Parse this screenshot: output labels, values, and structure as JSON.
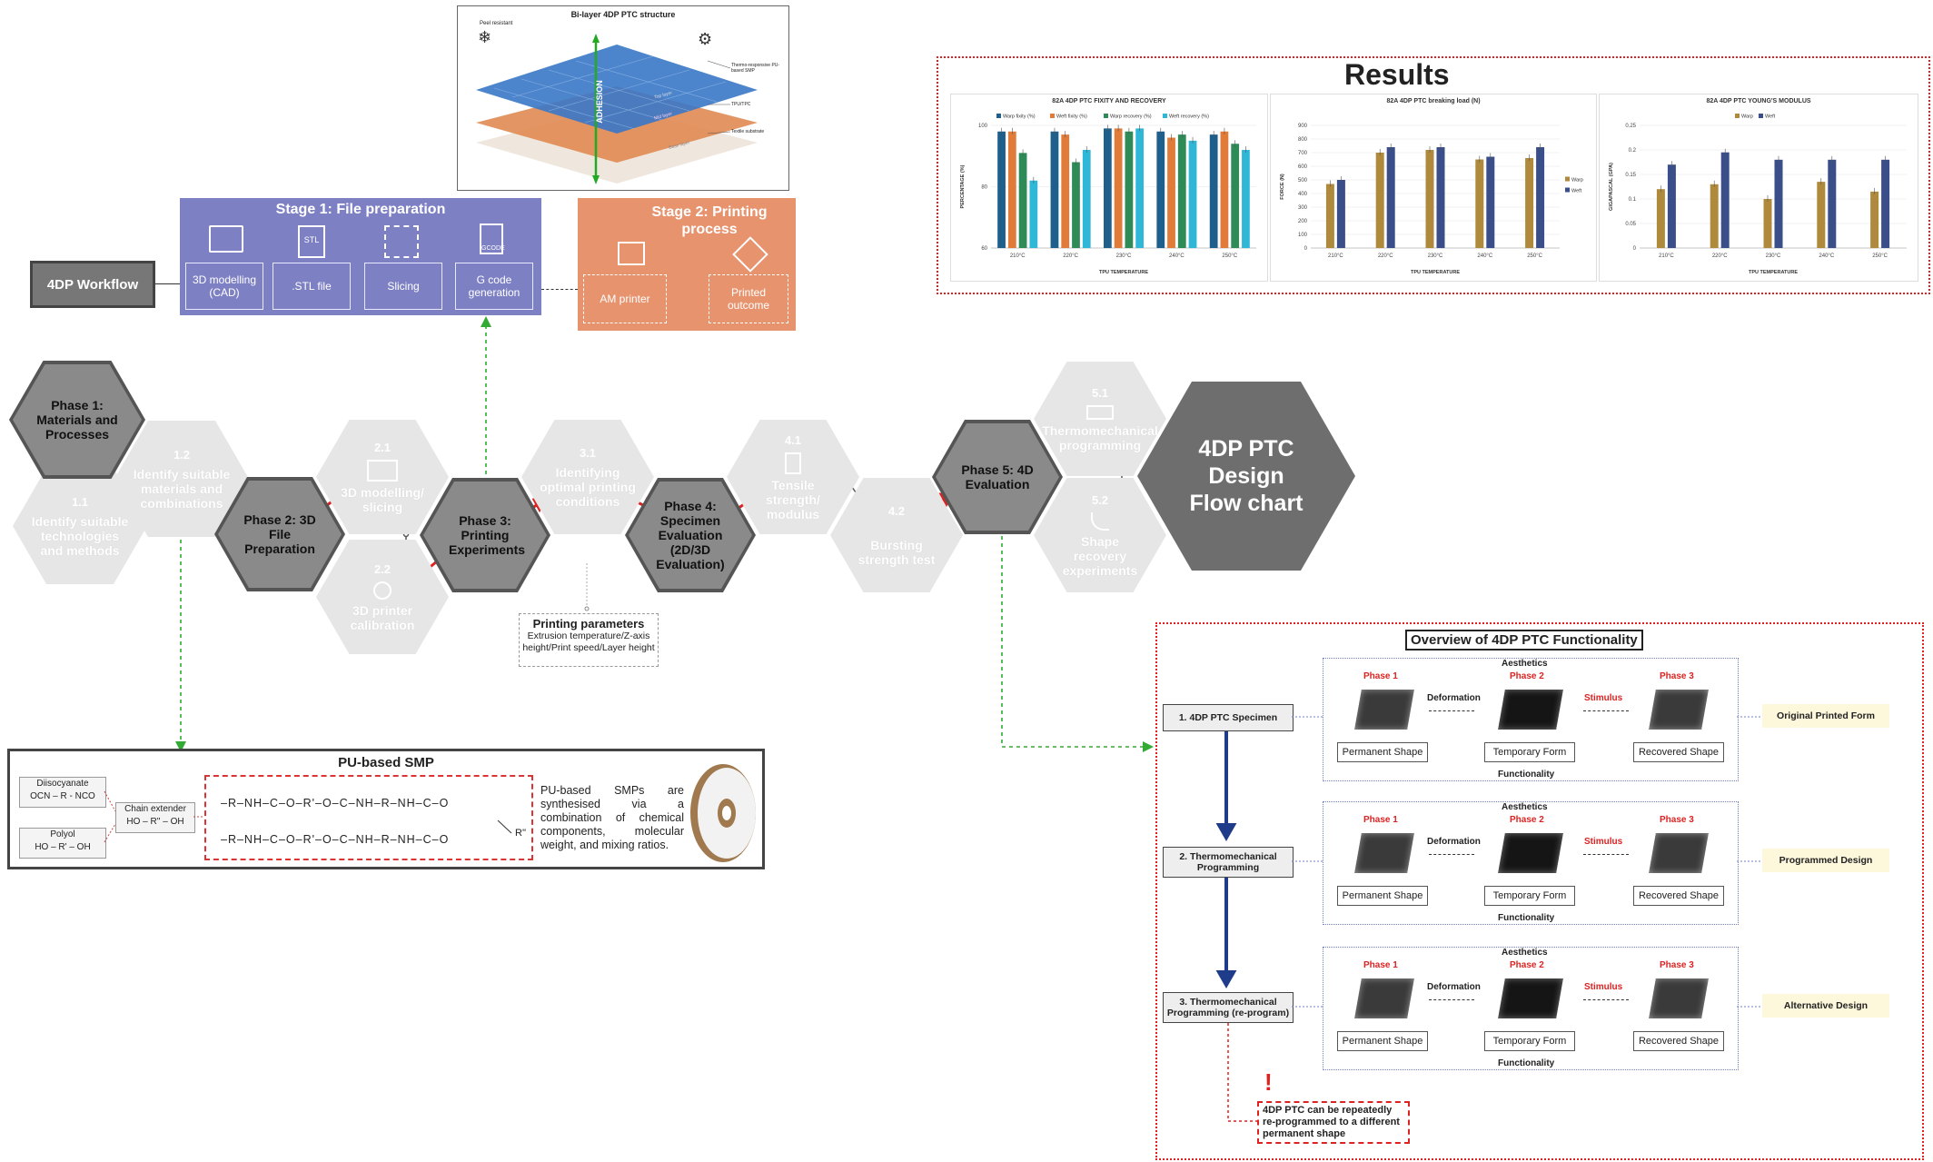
{
  "bilayer": {
    "title": "Bi-layer 4DP PTC structure",
    "peel_label": "Peel resistant",
    "adhesion": "ADHESION",
    "layers": [
      "Thermo-responsive PU-based SMP",
      "TPU/TPC",
      "Textile substrate"
    ],
    "layer_tags": [
      "Top layer",
      "Mid layer",
      "Base layer"
    ]
  },
  "workflow": {
    "label": "4DP Workflow",
    "stage1": {
      "title": "Stage 1: File preparation",
      "steps": [
        "3D modelling (CAD)",
        ".STL file",
        "Slicing",
        "G code generation"
      ],
      "icons": [
        "cad-icon",
        "stl-file-icon",
        "slicing-icon",
        "gcode-file-icon"
      ],
      "stl_icon_text": "STL",
      "gcode_icon_text": "GCODE"
    },
    "stage2": {
      "title": "Stage 2: Printing process",
      "steps": [
        "AM printer",
        "Printed outcome"
      ],
      "icons": [
        "printer-icon",
        "cube-icon"
      ]
    }
  },
  "results": {
    "title": "Results",
    "xlabel": "TPU TEMPERATURE"
  },
  "chart_data": [
    {
      "type": "bar",
      "title": "82A 4DP PTC FIXITY AND RECOVERY",
      "categories": [
        "210°C",
        "220°C",
        "230°C",
        "240°C",
        "250°C"
      ],
      "xlabel": "TPU TEMPERATURE",
      "ylabel": "PERCENTAGE (%)",
      "ylim": [
        60,
        100
      ],
      "yticks": [
        60,
        80,
        100
      ],
      "legend": "top",
      "series": [
        {
          "name": "Warp fixity (%)",
          "color": "#1f5f8b",
          "values": [
            98,
            98,
            99,
            98,
            97
          ]
        },
        {
          "name": "Weft fixity (%)",
          "color": "#e07b39",
          "values": [
            98,
            97,
            99,
            96,
            98
          ]
        },
        {
          "name": "Warp recovery (%)",
          "color": "#2e8b57",
          "values": [
            91,
            88,
            98,
            97,
            94
          ]
        },
        {
          "name": "Weft recovery (%)",
          "color": "#2fb7d8",
          "values": [
            82,
            92,
            99,
            95,
            92
          ]
        }
      ]
    },
    {
      "type": "bar",
      "title": "82A 4DP PTC breaking load (N)",
      "categories": [
        "210°C",
        "220°C",
        "230°C",
        "240°C",
        "250°C"
      ],
      "xlabel": "TPU TEMPERATURE",
      "ylabel": "FORCE (N)",
      "ylim": [
        0,
        900
      ],
      "yticks": [
        0,
        100,
        200,
        300,
        400,
        500,
        600,
        700,
        800,
        900
      ],
      "legend": "right",
      "series": [
        {
          "name": "Warp",
          "color": "#b08a3c",
          "values": [
            470,
            700,
            720,
            650,
            660
          ]
        },
        {
          "name": "Weft",
          "color": "#3a4f8a",
          "values": [
            500,
            740,
            740,
            670,
            740
          ]
        }
      ]
    },
    {
      "type": "bar",
      "title": "82A 4DP PTC YOUNG'S MODULUS",
      "categories": [
        "210°C",
        "220°C",
        "230°C",
        "240°C",
        "250°C"
      ],
      "xlabel": "TPU TEMPERATURE",
      "ylabel": "GIGAPASCAL (GPA)",
      "ylim": [
        0,
        0.25
      ],
      "yticks": [
        0,
        0.05,
        0.1,
        0.15,
        0.2,
        0.25
      ],
      "legend": "top",
      "series": [
        {
          "name": "Warp",
          "color": "#b08a3c",
          "values": [
            0.12,
            0.13,
            0.1,
            0.135,
            0.115
          ]
        },
        {
          "name": "Weft",
          "color": "#3a4f8a",
          "values": [
            0.17,
            0.195,
            0.18,
            0.18,
            0.18
          ]
        }
      ]
    }
  ],
  "flow": {
    "phase1": "Phase 1: Materials and Processes",
    "phase2": "Phase 2: 3D File Preparation",
    "phase3": "Phase 3: Printing Experiments",
    "phase4": "Phase 4: Specimen Evaluation (2D/3D Evaluation)",
    "phase5": "Phase 5: 4D Evaluation",
    "title_lines": [
      "4DP PTC",
      "Design",
      "Flow chart"
    ],
    "s11_num": "1.1",
    "s11": "Identify suitable technologies and methods",
    "s12_num": "1.2",
    "s12": "Identify suitable materials and combinations",
    "s21_num": "2.1",
    "s21": "3D modelling/ slicing",
    "s22_num": "2.2",
    "s22": "3D printer calibration",
    "s31_num": "3.1",
    "s31": "Identifying optimal printing conditions",
    "s41_num": "4.1",
    "s41": "Tensile strength/ modulus",
    "s42_num": "4.2",
    "s42": "Bursting strength test",
    "s51_num": "5.1",
    "s51": "Thermomechanical programming",
    "s52_num": "5.2",
    "s52": "Shape recovery experiments"
  },
  "printing_params": {
    "title": "Printing parameters",
    "body": "Extrusion temperature/Z-axis height/Print speed/Layer height"
  },
  "pu": {
    "title": "PU-based SMP",
    "diisocyanate": "Diisocyanate",
    "diisocyanate_formula": "OCN – R - NCO",
    "polyol": "Polyol",
    "polyol_formula": "HO – R' – OH",
    "chain": "Chain extender",
    "chain_formula": "HO – R'' – OH",
    "row1": "–R–NH–C–O–R'–O–C–NH–R–NH–C–O",
    "row2": "–R–NH–C–O–R'–O–C–NH–R–NH–C–O",
    "r_label": "R''",
    "description": "PU-based SMPs are synthesised via a combination of chemical components, molecular weight, and mixing ratios."
  },
  "overview": {
    "title": "Overview of 4DP PTC Functionality",
    "aesthetics": "Aesthetics",
    "functionality": "Functionality",
    "phase1": "Phase 1",
    "phase2": "Phase 2",
    "phase3": "Phase 3",
    "deformation": "Deformation",
    "stimulus": "Stimulus",
    "permanent": "Permanent Shape",
    "temporary": "Temporary Form",
    "recovered": "Recovered Shape",
    "rows": [
      {
        "step": "1. 4DP PTC Specimen",
        "outcome": "Original Printed Form"
      },
      {
        "step": "2. Thermomechanical Programming",
        "outcome": "Programmed Design"
      },
      {
        "step": "3. Thermomechanical Programming (re-program)",
        "outcome": "Alternative Design"
      }
    ],
    "note": "4DP PTC can be repeatedly re-programmed to a different permanent shape",
    "alert": "!"
  }
}
